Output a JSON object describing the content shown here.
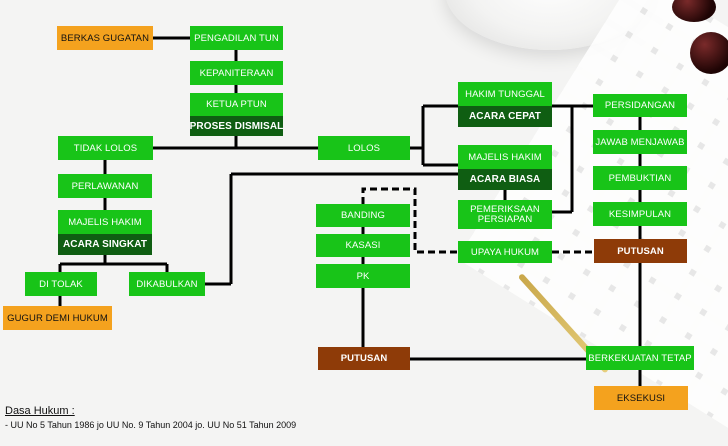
{
  "nodes": {
    "berkas_gugatan": "BERKAS GUGATAN",
    "pengadilan_tun": "PENGADILAN TUN",
    "kepaniteraan": "KEPANITERAAN",
    "ketua_ptun": "KETUA PTUN",
    "proses_dismisal": "PROSES DISMISAL",
    "tidak_lolos": "TIDAK LOLOS",
    "lolos": "LOLOS",
    "perlawanan": "PERLAWANAN",
    "majelis_hakim_singkat": "MAJELIS HAKIM",
    "acara_singkat": "ACARA SINGKAT",
    "di_tolak": "DI TOLAK",
    "dikabulkan": "DIKABULKAN",
    "gugur_demi_hukum": "GUGUR DEMI HUKUM",
    "hakim_tunggal": "HAKIM TUNGGAL",
    "acara_cepat": "ACARA CEPAT",
    "majelis_hakim_biasa": "MAJELIS HAKIM",
    "acara_biasa": "ACARA BIASA",
    "pemeriksaan_persiapan": "PEMERIKSAAN PERSIAPAN",
    "upaya_hukum": "UPAYA HUKUM",
    "banding": "BANDING",
    "kasasi": "KASASI",
    "pk": "PK",
    "putusan_left": "PUTUSAN",
    "persidangan": "PERSIDANGAN",
    "jawab_menjawab": "JAWAB MENJAWAB",
    "pembuktian": "PEMBUKTIAN",
    "kesimpulan": "KESIMPULAN",
    "putusan_right": "PUTUSAN",
    "berkekuatan_tetap": "BERKEKUATAN TETAP",
    "eksekusi": "EKSEKUSI"
  },
  "legal": {
    "title": "Dasa Hukum :",
    "text": "- UU No 5 Tahun 1986 jo UU No. 9 Tahun 2004 jo. UU No 51 Tahun 2009"
  },
  "colors": {
    "green": "#18c418",
    "dark_green": "#0f5e12",
    "orange": "#f4a21e",
    "brown": "#8e3b08",
    "line": "#000000"
  }
}
